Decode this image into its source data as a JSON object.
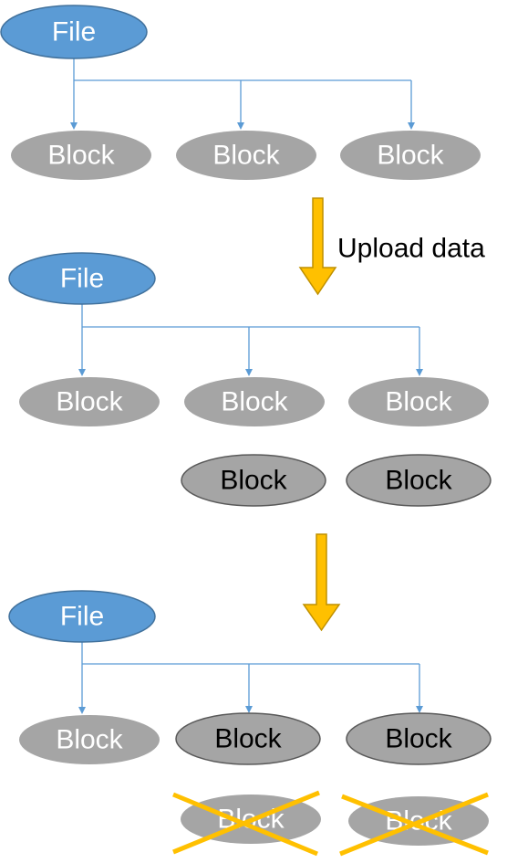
{
  "colors": {
    "file_fill": "#5b9bd5",
    "file_stroke": "#41719c",
    "block_fill": "#a5a5a5",
    "block_new_fill": "#a5a5a5",
    "block_new_stroke": "#595959",
    "connector": "#5b9bd5",
    "arrow_fill": "#ffc000",
    "arrow_stroke": "#bf9000",
    "cross": "#ffc000"
  },
  "diagram": {
    "stage1": {
      "file_label": "File",
      "blocks": [
        "Block",
        "Block",
        "Block"
      ]
    },
    "transition1": {
      "label": "Upload data"
    },
    "stage2": {
      "file_label": "File",
      "blocks": [
        "Block",
        "Block",
        "Block"
      ],
      "new_blocks": [
        "Block",
        "Block"
      ]
    },
    "stage3": {
      "file_label": "File",
      "blocks": [
        "Block",
        "Block",
        "Block"
      ],
      "removed_blocks": [
        "Block",
        "Block"
      ]
    }
  }
}
